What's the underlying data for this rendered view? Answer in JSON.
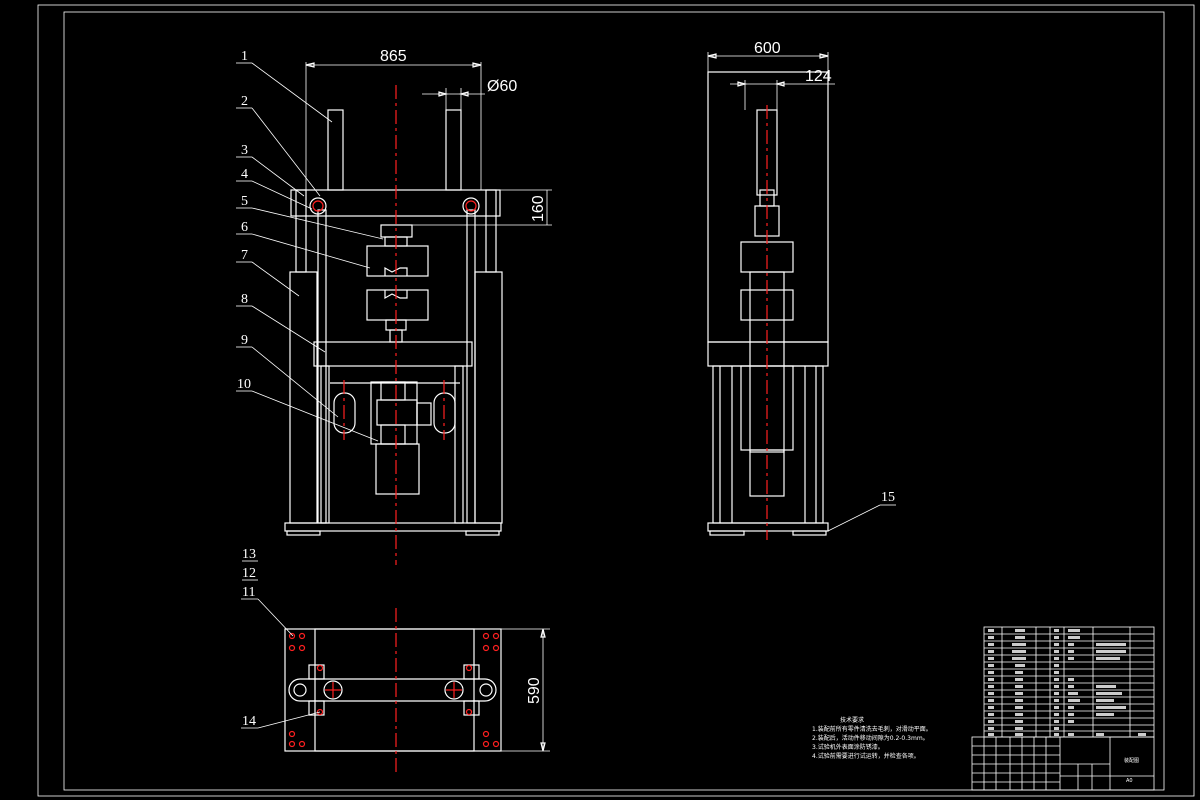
{
  "dimensions": {
    "front_width": "865",
    "rod_diameter": "Ø60",
    "crossbeam_height": "160",
    "side_width": "600",
    "side_rod": "124",
    "plan_depth": "590"
  },
  "part_callouts": [
    "1",
    "2",
    "3",
    "4",
    "5",
    "6",
    "7",
    "8",
    "9",
    "10",
    "11",
    "12",
    "13",
    "14",
    "15"
  ],
  "notes": {
    "title": "技术要求",
    "lines": [
      "1.装配前所有零件清洗去毛刺，对滑动平面。",
      "2.装配后，活动件移动间隙为0.2-0.3mm。",
      "3.试验机外表面涂防锈漆。",
      "4.试验前需要进行试运转，并检查各项。"
    ]
  },
  "title_block": {
    "drawing_name": "装配图",
    "sheet": "A0"
  },
  "colors": {
    "background": "#000000",
    "lines": "#ffffff",
    "centerline": "#ff2020"
  }
}
